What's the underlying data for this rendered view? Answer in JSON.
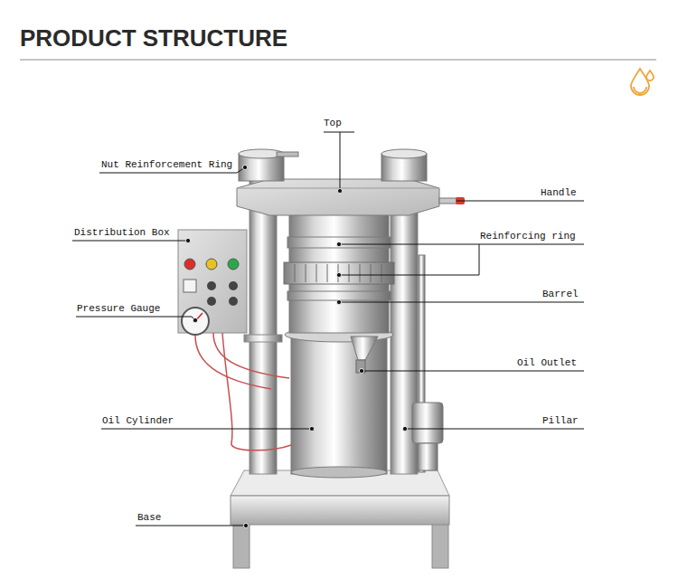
{
  "diagram": {
    "title": "PRODUCT STRUCTURE",
    "labels": [
      "Top",
      "Nut Reinforcement Ring",
      "Handle",
      "Distribution Box",
      "Reinforcing ring",
      "Barrel",
      "Pressure Gauge",
      "Oil Outlet",
      "Oil Cylinder",
      "Pillar",
      "Base"
    ]
  }
}
